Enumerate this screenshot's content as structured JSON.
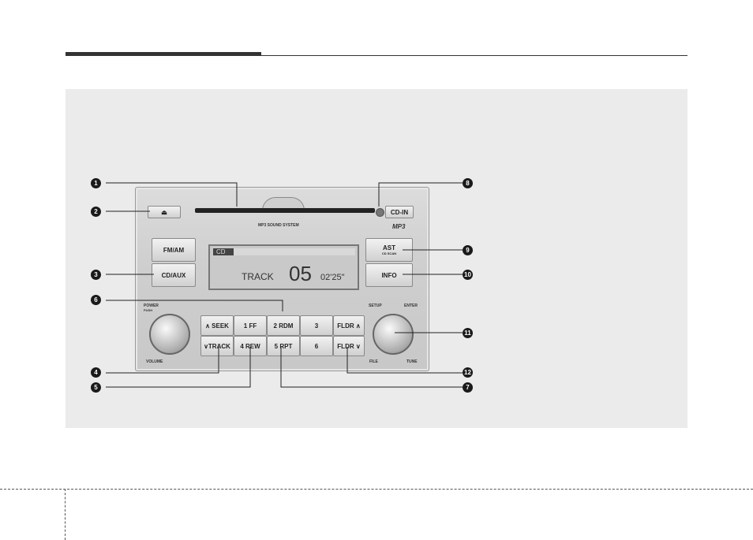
{
  "callouts": {
    "c1": "1",
    "c2": "2",
    "c3": "3",
    "c4": "4",
    "c5": "5",
    "c6": "6",
    "c7": "7",
    "c8": "8",
    "c9": "9",
    "c10": "10",
    "c11": "11",
    "c12": "12"
  },
  "radio": {
    "eject_symbol": "⏏",
    "cd_in": "CD-IN",
    "system_label": "MP3 SOUND SYSTEM",
    "mp3_logo": "MP3",
    "fm_am": "FM/AM",
    "cd_aux": "CD/AUX",
    "ast": "AST",
    "cd_scan": "CD SCAN",
    "info": "INFO",
    "display": {
      "mode": "CD",
      "track_label": "TRACK",
      "track_number": "05",
      "time": "02'25\""
    },
    "power": "POWER",
    "push": "PUSH",
    "volume": "VOLUME",
    "seek": "∧ SEEK",
    "track": "∨TRACK",
    "b1": "1 FF",
    "b2": "2 RDM",
    "b3": "3",
    "b4": "4 REW",
    "b5": "5 RPT",
    "b6": "6",
    "fldr_up": "FLDR ∧",
    "fldr_down": "FLDR ∨",
    "setup": "SETUP",
    "enter": "ENTER",
    "file": "FILE",
    "tune": "TUNE"
  }
}
